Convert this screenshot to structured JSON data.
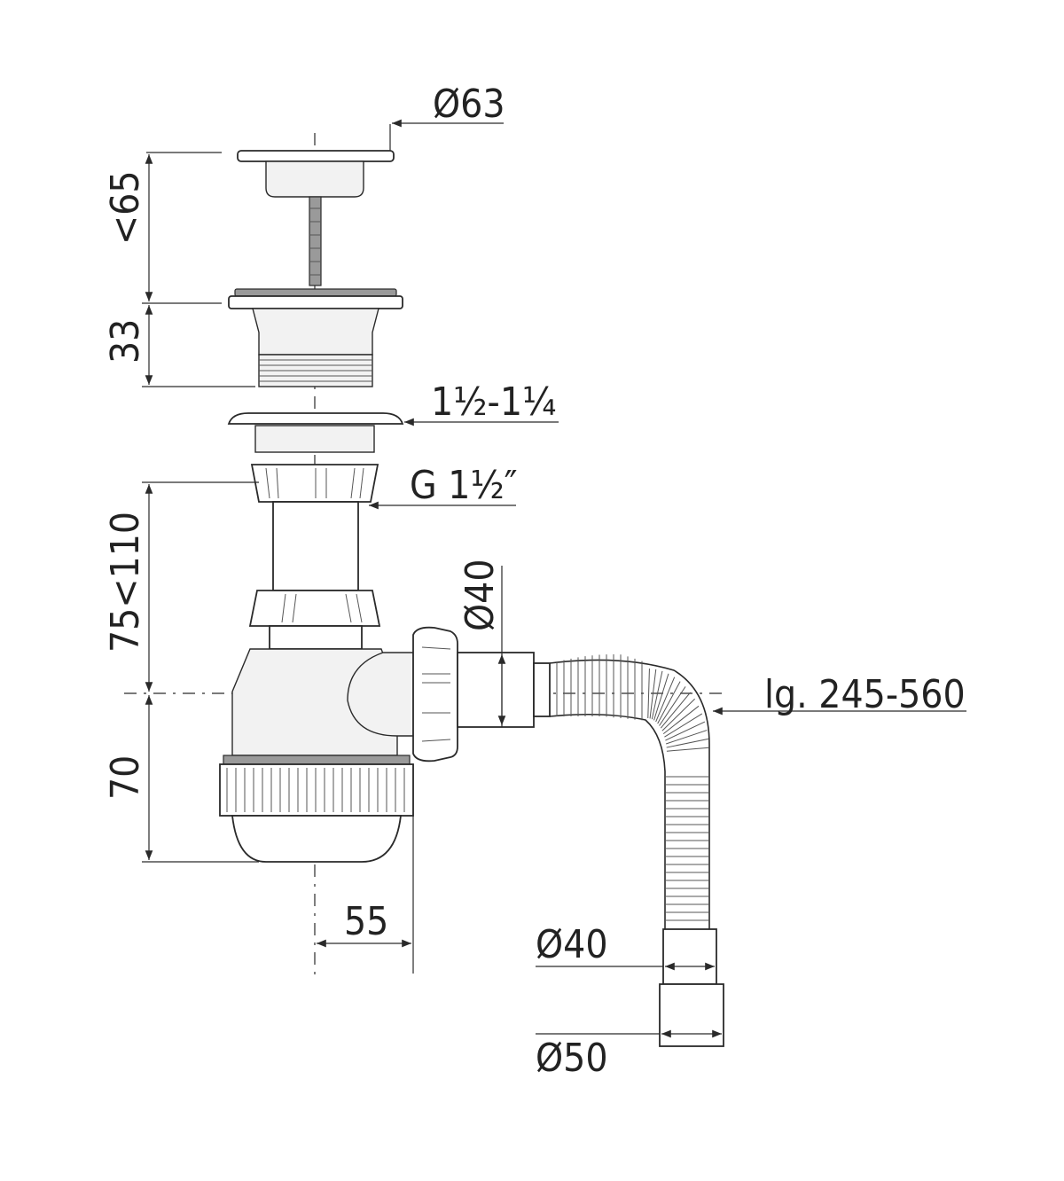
{
  "dimensions": {
    "d63": "Ø63",
    "lt65": "<65",
    "h33": "33",
    "thread_1": "1½-1¼",
    "g_thread": "G 1½″",
    "h75_110": "75<110",
    "d40_outlet": "Ø40",
    "h70": "70",
    "w55": "55",
    "hose_length": "lg. 245-560",
    "d40_end": "Ø40",
    "d50_end": "Ø50"
  }
}
